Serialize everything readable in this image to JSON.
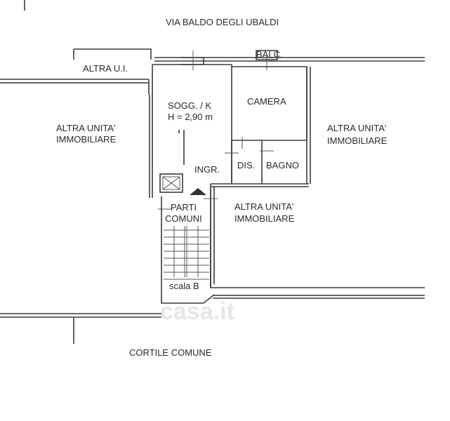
{
  "plan": {
    "street": "VIA BALDO DEGLI UBALDI",
    "courtyard": "CORTILE COMUNE",
    "rooms": {
      "living": "SOGG. / K",
      "height": "H = 2,90 m",
      "bedroom": "CAMERA",
      "balcony": "BALC.",
      "hall": "DIS.",
      "bathroom": "BAGNO",
      "entrance": "INGR.",
      "common_1": "PARTI",
      "common_2": "COMUNI",
      "stair": "scala B"
    },
    "neighbours": {
      "top_left": "ALTRA U.I.",
      "left_1": "ALTRA UNITA'",
      "left_2": "IMMOBILIARE",
      "right_1": "ALTRA UNITA'",
      "right_2": "IMMOBILIARE",
      "middle_1": "ALTRA UNITA'",
      "middle_2": "IMMOBILIARE"
    },
    "watermark": "casa.it"
  }
}
